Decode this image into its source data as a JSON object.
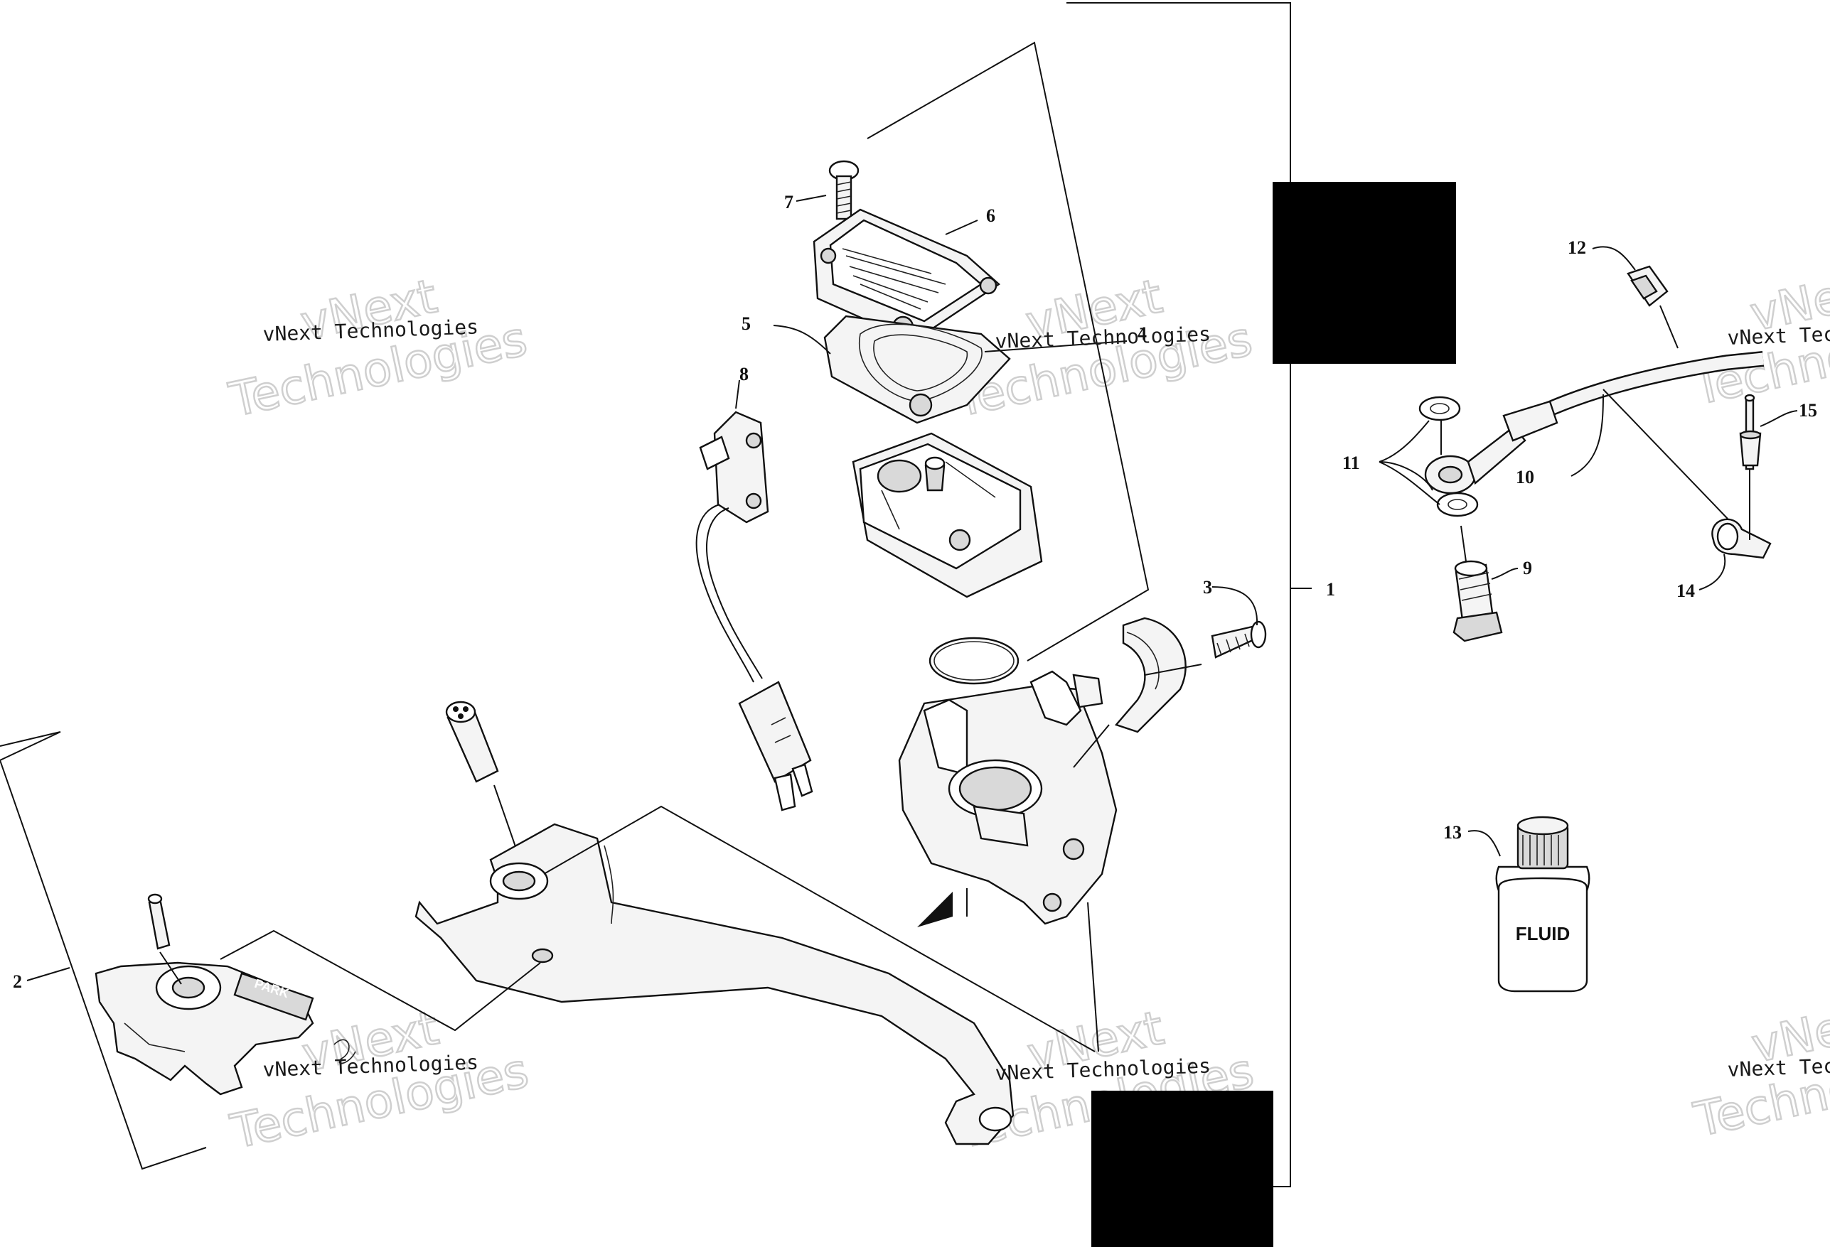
{
  "callouts": {
    "c1": "1",
    "c2": "2",
    "c3": "3",
    "c4": "4",
    "c5": "5",
    "c6": "6",
    "c7": "7",
    "c8": "8",
    "c9": "9",
    "c10": "10",
    "c11": "11",
    "c12": "12",
    "c13": "13",
    "c14": "14",
    "c15": "15"
  },
  "watermark": {
    "small": "vNext Technologies",
    "big_top": "vNext",
    "big_bottom": "Technologies"
  },
  "labels": {
    "fluid": "FLUID",
    "park": "PARK"
  }
}
